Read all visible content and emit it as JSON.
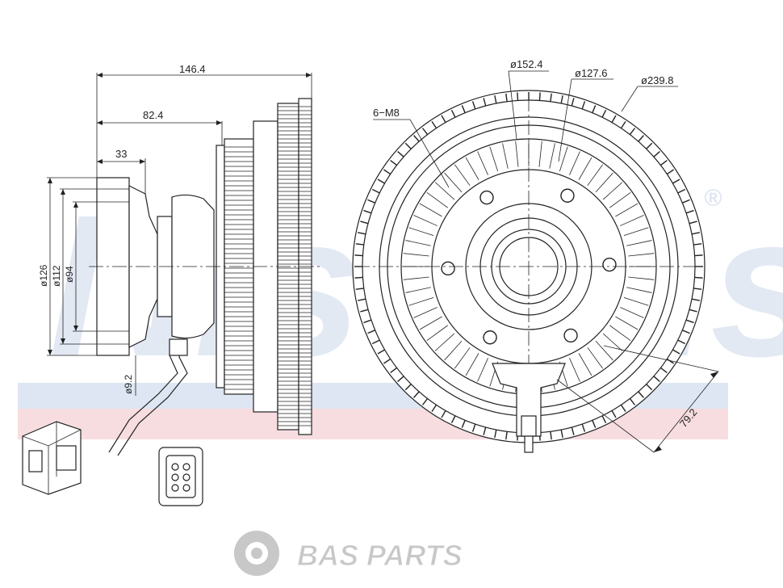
{
  "watermark": {
    "text": "Nissens",
    "registered": "®"
  },
  "side_view": {
    "dim_overall": "146.4",
    "dim_mid": "82.4",
    "dim_small": "33",
    "dia_126": "ø126",
    "dia_112": "ø112",
    "dia_94": "ø94",
    "dia_92": "ø9.2"
  },
  "front_view": {
    "bolts": "6−M8",
    "dia_152": "ø152.4",
    "dia_127": "ø127.6",
    "dia_239": "ø239.8",
    "dim_79": "79.2"
  },
  "brand": {
    "text": "BAS PARTS"
  },
  "colors": {
    "stripe_blue": "#c9d7ea",
    "stripe_pink": "#f5d6da",
    "watermark": "#dfe6f1",
    "logo_gray": "#c8c8c8"
  }
}
